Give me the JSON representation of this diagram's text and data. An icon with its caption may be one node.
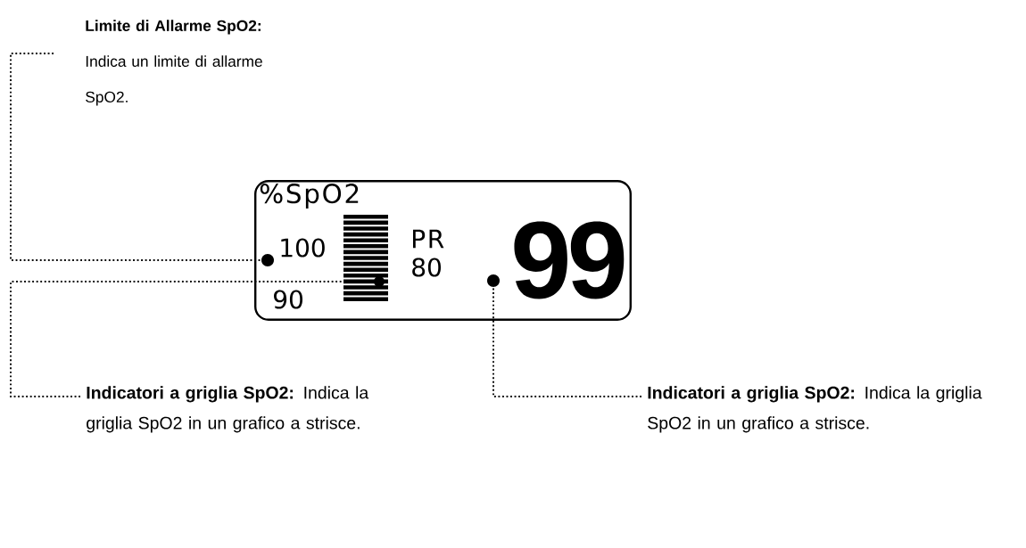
{
  "diagram": {
    "nodes": [
      {
        "text": [
          "Limite di Allarme SpO2:",
          "Indica un limite di allarme SpO2."
        ]
      },
      {
        "text": [],
        "shape": "box"
      },
      {
        "text": [],
        "shape": "circle",
        "in": 1
      },
      {
        "text": [],
        "shape": "circle",
        "in": 1
      },
      {
        "text": [],
        "shape": "circle",
        "in": 1
      },
      {
        "text": [
          "**Indicatori a griglia SpO2:** Indica la griglia SpO2 in un grafico a strisce."
        ]
      },
      {
        "text": [
          "**Indicatori a griglia SpO2:** Indica la griglia SpO2 in un grafico a strisce."
        ]
      }
    ],
    "edges": [
      {
        "from": 0,
        "to": 2,
        "arrow": "none"
      },
      {
        "from": 5,
        "to": 3,
        "arrow": "none"
      },
      {
        "from": 6,
        "to": 4,
        "arrow": "none"
      }
    ],
    "labels": [
      "%SpO2",
      "100",
      "90",
      "PR",
      "80",
      "99"
    ]
  }
}
